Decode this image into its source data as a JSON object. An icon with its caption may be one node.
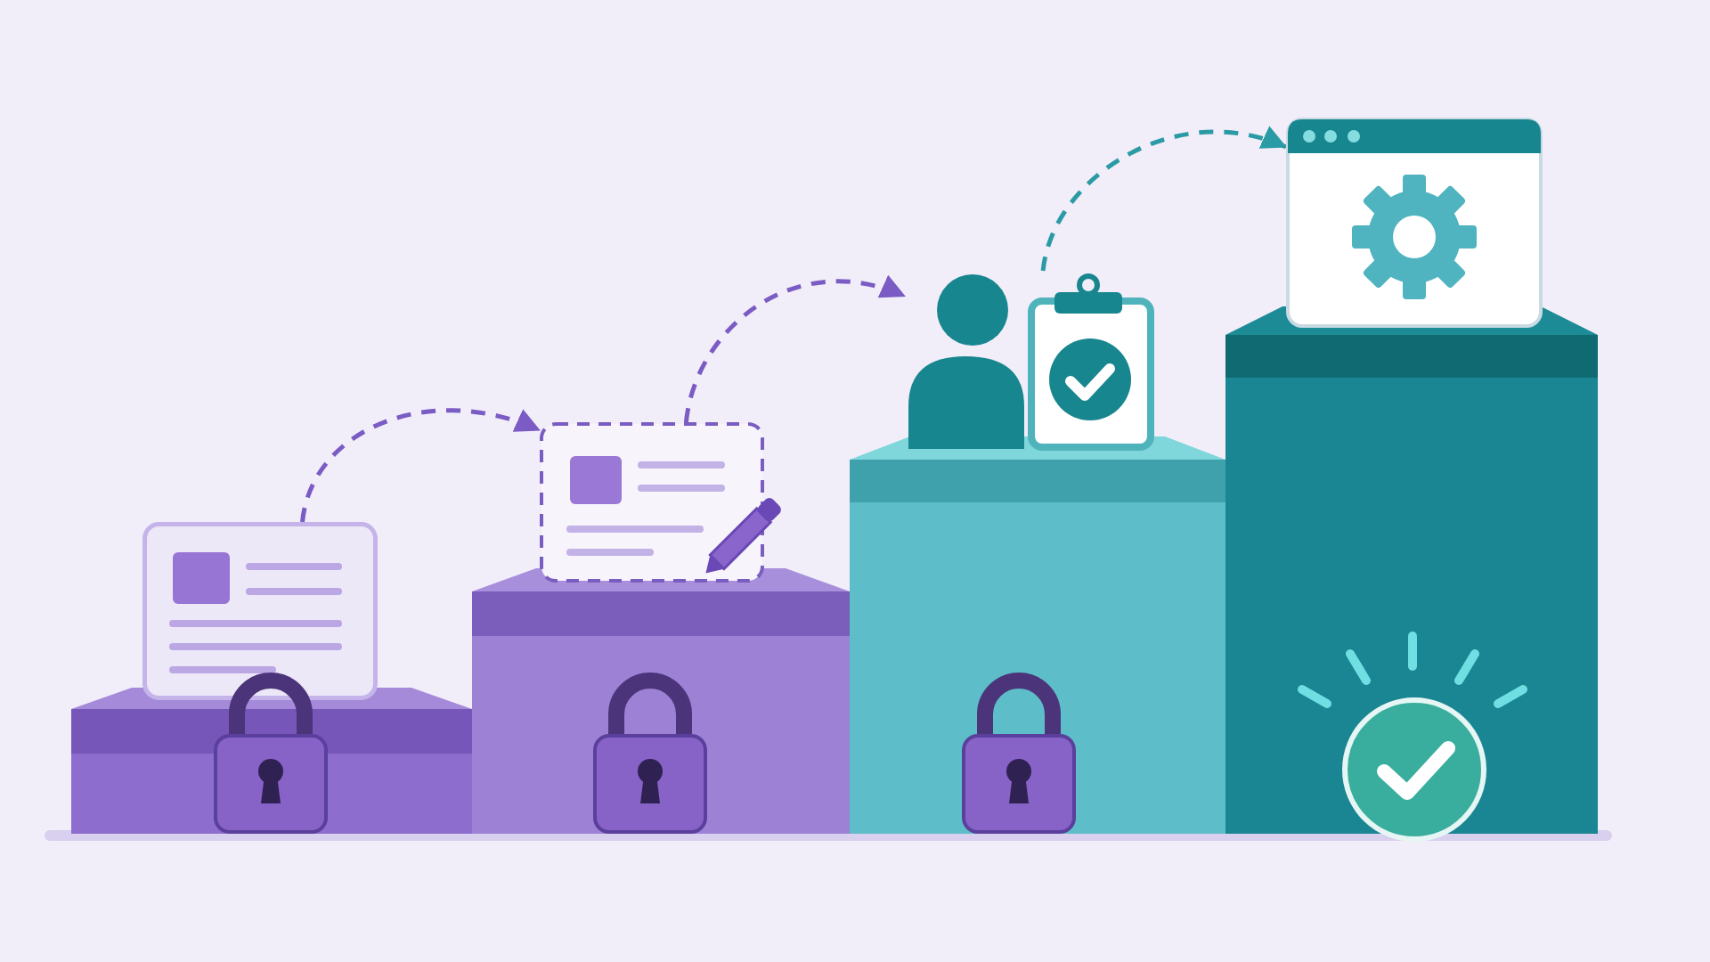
{
  "diagram": {
    "nodes": [
      {
        "text": [],
        "shape": "box"
      },
      {
        "text": [],
        "shape": "box"
      },
      {
        "text": [],
        "shape": "picture"
      },
      {
        "text": [],
        "shape": "picture"
      }
    ],
    "edges": [
      {
        "from": 0,
        "to": 1,
        "arrow": "to",
        "style": "dashed"
      },
      {
        "from": 1,
        "to": 2,
        "arrow": "to",
        "style": "dashed"
      },
      {
        "from": 2,
        "to": 3,
        "arrow": "to",
        "style": "dashed",
        "color": "#2a9ba5"
      }
    ]
  }
}
